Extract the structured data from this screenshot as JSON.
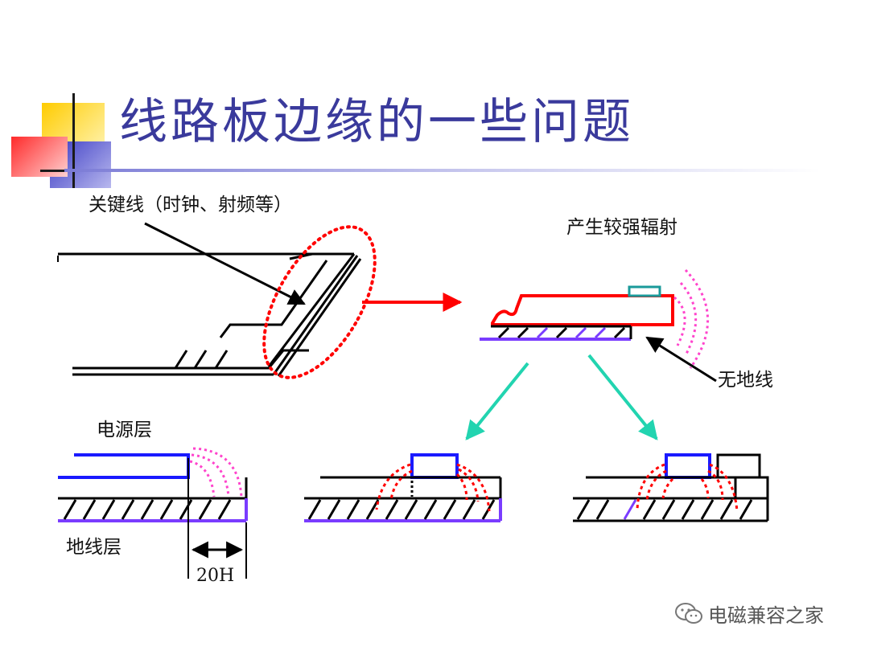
{
  "slide": {
    "title": "线路板边缘的一些问题"
  },
  "labels": {
    "critical_trace": "关键线（时钟、射频等）",
    "strong_radiation": "产生较强辐射",
    "no_ground": "无地线",
    "power_layer": "电源层",
    "ground_layer": "地线层",
    "dimension": "20H"
  },
  "watermark": {
    "text": "电磁兼容之家",
    "icon": "wechat-icon"
  },
  "colors": {
    "title": "#3a3a9c",
    "trace_red": "#ff0000",
    "radiation_pink": "#ff44cc",
    "ground_purple": "#7a3cff",
    "power_blue": "#1a1aff",
    "arrow_teal": "#22d4b0",
    "component_teal": "#1a9a9a",
    "logo_yellow": "#ffcc00",
    "logo_red": "#ff3333",
    "logo_blue": "#4444cc"
  }
}
